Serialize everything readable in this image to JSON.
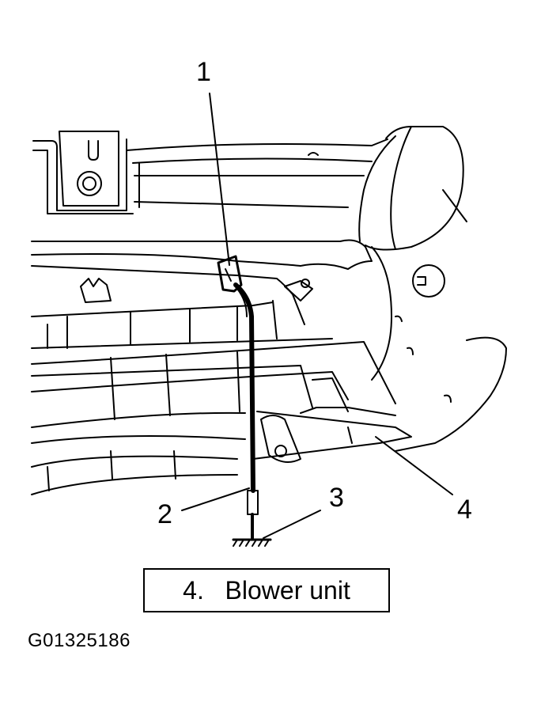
{
  "callouts": {
    "c1": "1",
    "c2": "2",
    "c3": "3",
    "c4": "4"
  },
  "caption": {
    "number": "4.",
    "text": "Blower unit"
  },
  "figure_id": "G01325186",
  "colors": {
    "line": "#000000",
    "background": "#ffffff"
  }
}
